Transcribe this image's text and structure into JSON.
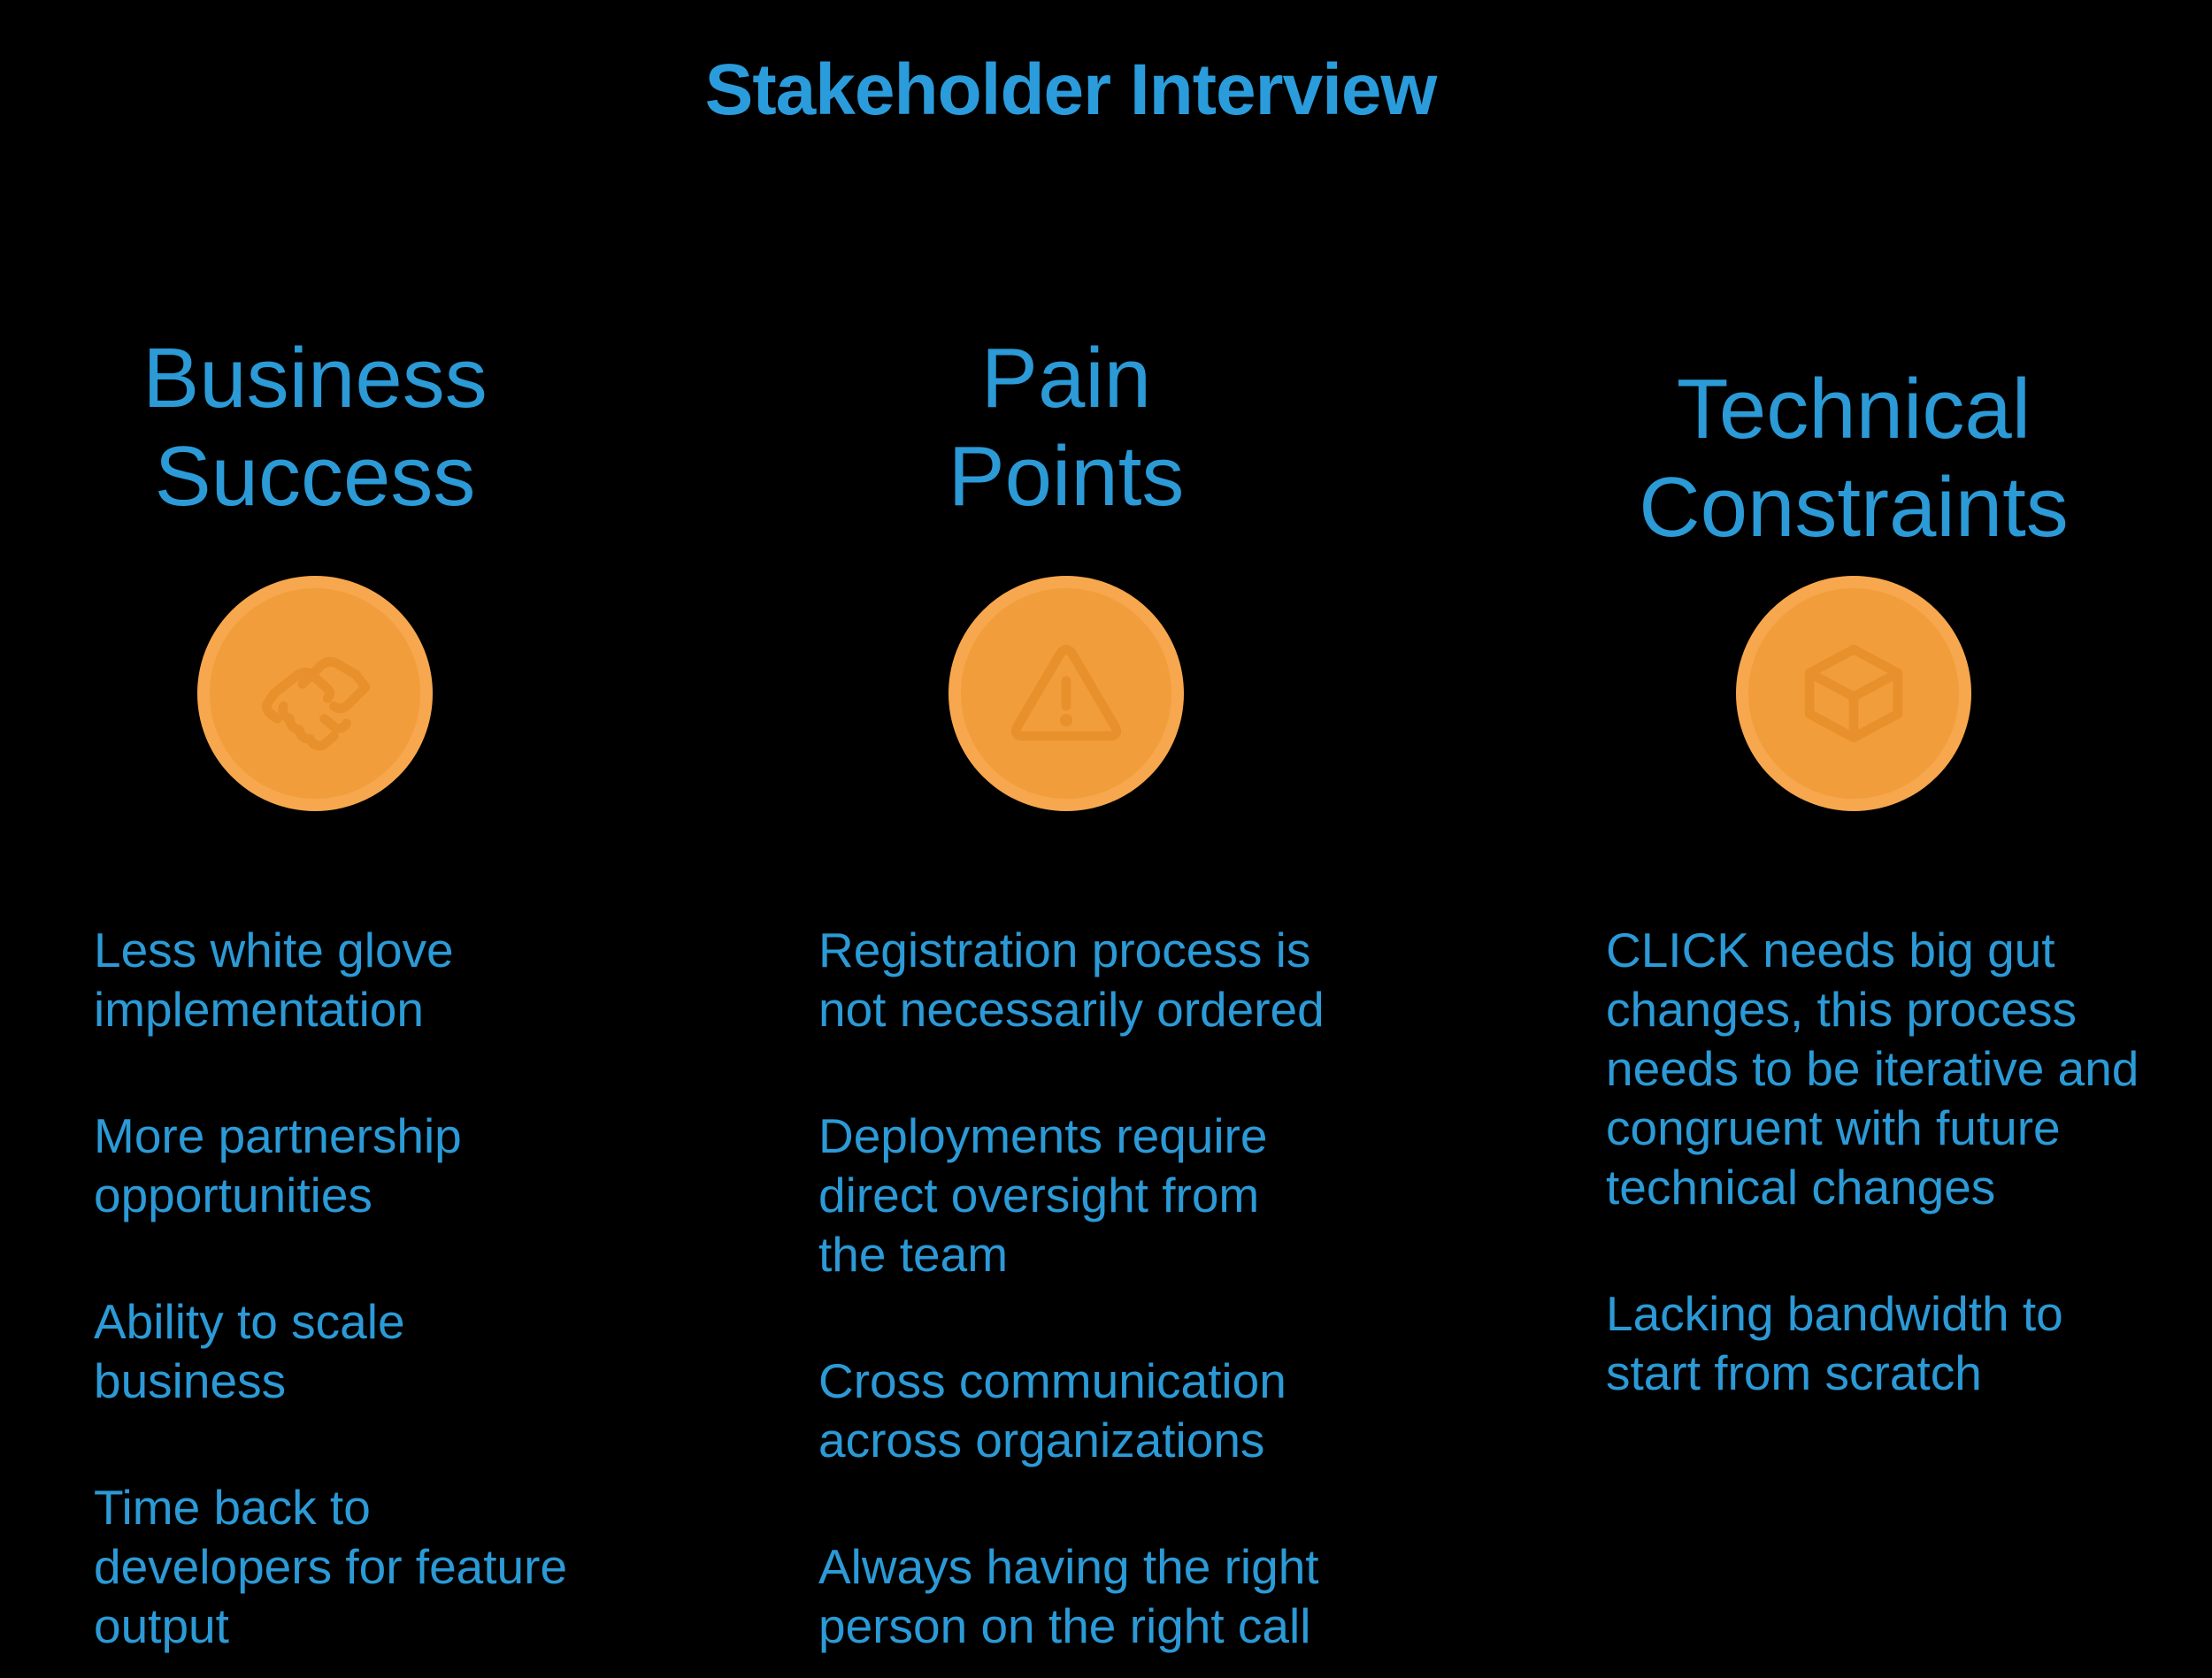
{
  "title": "Stakeholder Interview",
  "colors": {
    "background": "#000000",
    "text_blue": "#2B9AD6",
    "title_blue": "#2B9CDB",
    "icon_orange_fill": "#F29D3B",
    "icon_orange_rim": "#F7A74D",
    "icon_orange_glyph": "#E68E2A"
  },
  "columns": [
    {
      "id": "business-success",
      "heading": "Business\nSuccess",
      "icon": "handshake-icon",
      "items": [
        "Less white glove\nimplementation",
        "More partnership\nopportunities",
        "Ability to scale business",
        "Time back to\ndevelopers for feature\noutput"
      ]
    },
    {
      "id": "pain-points",
      "heading": "Pain\nPoints",
      "icon": "warning-icon",
      "items": [
        "Registration process is\nnot necessarily ordered",
        "Deployments require\ndirect oversight from\nthe team",
        "Cross communication\nacross organizations",
        "Always having the right\nperson on the right call"
      ]
    },
    {
      "id": "technical-constraints",
      "heading": "Technical\nConstraints",
      "icon": "cube-icon",
      "items": [
        "CLICK needs big gut\nchanges, this process\nneeds to be iterative and\ncongruent with future\ntechnical changes",
        "Lacking bandwidth to\nstart from scratch"
      ]
    }
  ]
}
